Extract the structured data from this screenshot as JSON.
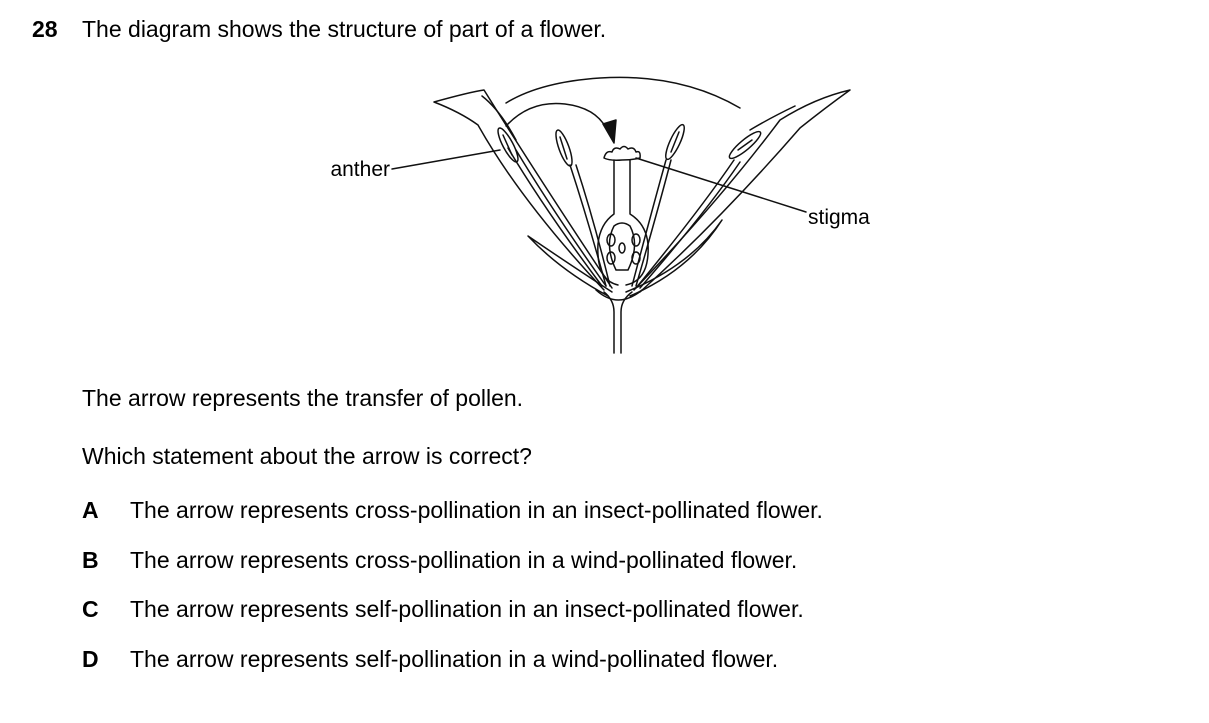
{
  "question": {
    "number": "28",
    "stem": "The diagram shows the structure of part of a flower."
  },
  "diagram": {
    "label_anther": "anther",
    "label_stigma": "stigma"
  },
  "text": {
    "arrow_statement": "The arrow represents the transfer of pollen.",
    "prompt": "Which statement about the arrow is correct?"
  },
  "options": [
    {
      "letter": "A",
      "text": "The arrow represents cross-pollination in an insect-pollinated flower."
    },
    {
      "letter": "B",
      "text": "The arrow represents cross-pollination in a wind-pollinated flower."
    },
    {
      "letter": "C",
      "text": "The arrow represents self-pollination in an insect-pollinated flower."
    },
    {
      "letter": "D",
      "text": "The arrow represents self-pollination in a wind-pollinated flower."
    }
  ]
}
